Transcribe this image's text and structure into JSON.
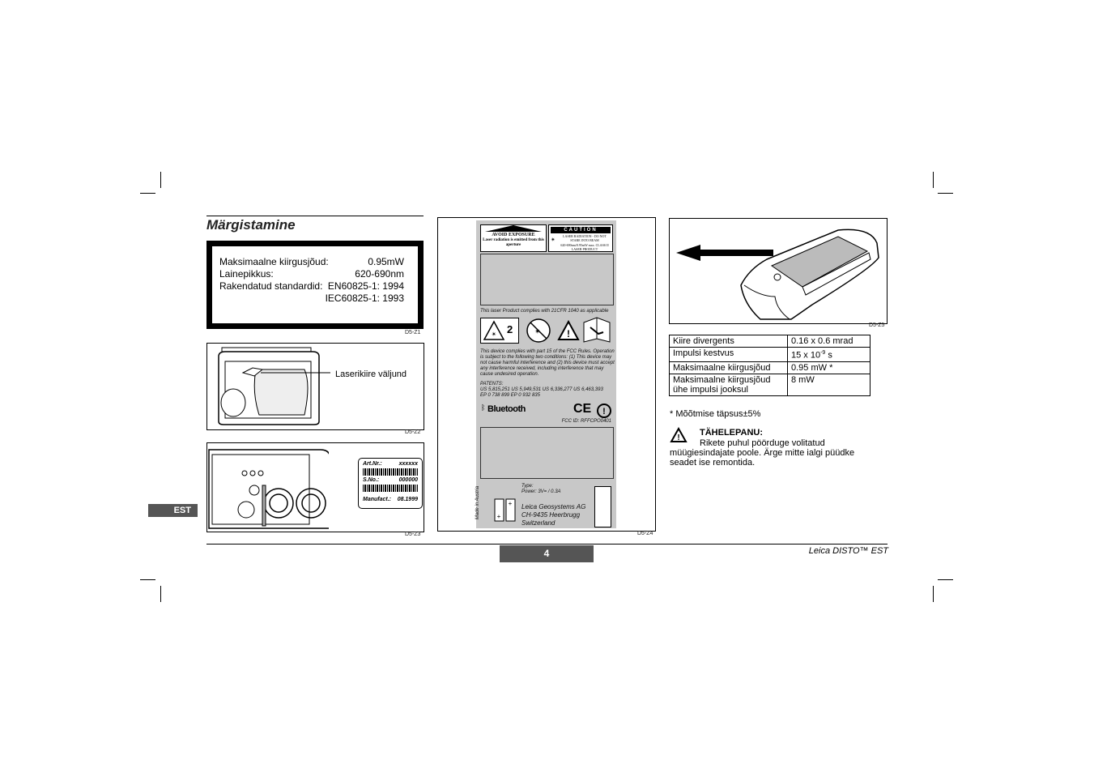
{
  "page": {
    "title": "Märgistamine",
    "section_tab": "EST",
    "page_number": "4",
    "footer_brand": "Leica DISTO™ EST"
  },
  "spec_label": {
    "rows": [
      {
        "key": "Maksimaalne kiirgusjõud:",
        "value": "0.95mW"
      },
      {
        "key": "Lainepikkus:",
        "value": "620-690nm"
      },
      {
        "key": "Rakendatud standardid:",
        "value": "EN60825-1: 1994"
      },
      {
        "key": "",
        "value": "IEC60825-1: 1993"
      }
    ]
  },
  "figures": {
    "z1": "D5-Z1",
    "z2": "D5-Z2",
    "z3": "D5-Z3",
    "z4": "D5-Z4",
    "z5": "D5-Z5",
    "z2_callout": "Laserikiire väljund",
    "z3_label": {
      "artnr_key": "Art.Nr.:",
      "artnr_val": "xxxxxx",
      "sno_key": "S.No.:",
      "sno_val": "000000",
      "manuf_key": "Manufact.:",
      "manuf_val": "08.1999"
    }
  },
  "device_label": {
    "avoid_title": "AVOID EXPOSURE",
    "avoid_sub": "Laser radiation is emitted from this aperture",
    "caution_title": "CAUTION",
    "caution_line1": "LASER RADIATION - DO NOT STARE INTO BEAM",
    "caution_line2": "620-690nm/0.95mW max. CLASS II LASER PRODUCT",
    "complies": "This laser Product complies with 21CFR 1040 as applicable",
    "class_number": "2",
    "fcc_text": "This device complies with part 15 of the FCC Rules. Operation is subject to the following two conditions: (1) This device may not cause harmful interference and (2) this device must accept any interference received, including interference that may cause undesired operation.",
    "patents_title": "PATENTS:",
    "patents_line1": "US 5,815,251   US 5,949,531   US 6,336,277   US 6,463,393",
    "patents_line2": "EP 0 738 899   EP 0 932 835",
    "bluetooth": "Bluetooth",
    "ce_mark": "CE",
    "fcc_id": "FCC ID: RFFCPO0401",
    "made_in": "Made in Austria",
    "type_line": "Type:",
    "power_line": "Power:  3V= / 0.3A",
    "company": "Leica Geosystems AG",
    "address": "CH-9435 Heerbrugg",
    "country": "Switzerland"
  },
  "laser_table": {
    "rows": [
      {
        "key": "Kiire divergents",
        "value": "0.16 x 0.6 mrad"
      },
      {
        "key": "Impulsi kestvus",
        "value": "15 x 10-9 s"
      },
      {
        "key": "Maksimaalne kiirgusjõud",
        "value": "0.95 mW *"
      },
      {
        "key": "Maksimaalne kiirgusjõud ühe impulsi jooksul",
        "value": "8 mW"
      }
    ]
  },
  "footnote": "* Mõõtmise täpsus±5%",
  "warning": {
    "title": "TÄHELEPANU:",
    "text": "Rikete puhul pöörduge volitatud müügiesindajate poole. Ärge mitte ialgi püüdke seadet ise remontida."
  }
}
